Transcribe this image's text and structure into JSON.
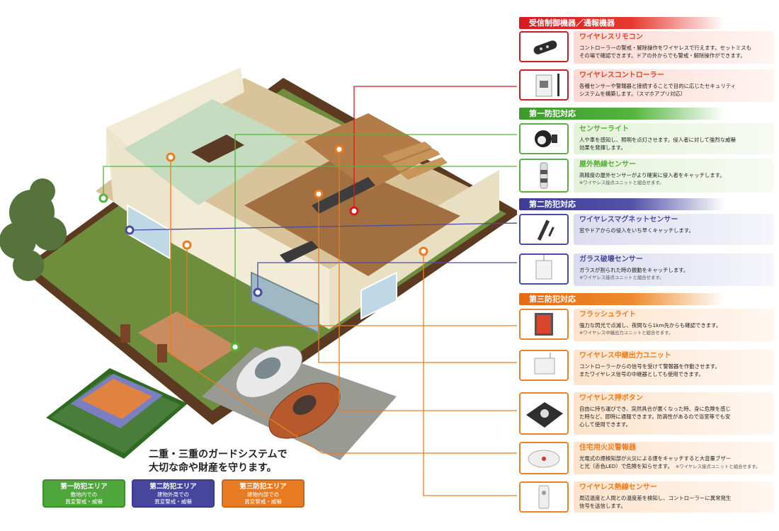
{
  "sections": {
    "receiver": "受信制御機器／通報機器",
    "first": "第一防犯対応",
    "second": "第二防犯対応",
    "third": "第三防犯対応"
  },
  "products": [
    {
      "title": "ワイヤレスリモコン",
      "desc1": "コントローラーの警戒・解除操作をワイヤレスで行えます。セットミスも",
      "desc2": "その場で確認できます。ドアの外からでも警戒・解除操作ができます。",
      "note": ""
    },
    {
      "title": "ワイヤレスコントローラー",
      "desc1": "各種センサーや警報器と接続することで目的に応じたセキュリティ",
      "desc2": "システムを構築します。（スマホアプリ対応）",
      "note": ""
    },
    {
      "title": "センサーライト",
      "desc1": "人や車を感知し、照明を点灯させます。侵入者に対して強烈な威嚇",
      "desc2": "効果を発揮します。",
      "note": ""
    },
    {
      "title": "屋外熱線センサー",
      "desc1": "高精度の屋外センサーがより確実に侵入者をキャッチします。",
      "desc2": "",
      "note": "※ワイヤレス接点ユニットと組合せます。"
    },
    {
      "title": "ワイヤレスマグネットセンサー",
      "desc1": "窓やドアからの侵入をいち早くキャッチします。",
      "desc2": "",
      "note": ""
    },
    {
      "title": "ガラス破壊センサー",
      "desc1": "ガラスが割られた時の振動をキャッチします。",
      "desc2": "",
      "note": "※ワイヤレス接点ユニットと組合せます。"
    },
    {
      "title": "フラッシュライト",
      "desc1": "強力な閃光で点滅し、夜間なら1km先からも確認できます。",
      "desc2": "",
      "note": "※ワイヤレス中継出力ユニットと組合せます。"
    },
    {
      "title": "ワイヤレス中継出力ユニット",
      "desc1": "コントローラーからの信号を受けて警報器を作動させます。",
      "desc2": "またワイヤレス信号の中継器としても使用できます。",
      "note": ""
    },
    {
      "title": "ワイヤレス押ボタン",
      "desc1": "自由に持ち運びでき、突然具合が悪くなった時、身に危険を感じ",
      "desc2": "た時など、即時に通報できます。防滴性があるので浴室等でも安",
      "desc3": "心して使用できます。",
      "note": ""
    },
    {
      "title": "住宅用火災警報器",
      "desc1": "光電式の煙検知部が火災による煙をキャッチすると大音量ブザー",
      "desc2": "と光（赤色LED）で危険を知らせます。",
      "note": "※ワイヤレス接点ユニットと組合せます。"
    },
    {
      "title": "ワイヤレス熱線センサー",
      "desc1": "周辺温度と人間との温度差を検知し、コントローラーに異常発生",
      "desc2": "信号を送信します。",
      "note": ""
    }
  ],
  "tagline": {
    "line1": "二重・三重のガードシステムで",
    "line2": "大切な命や財産を守ります。"
  },
  "areas": [
    {
      "name": "第一防犯エリア",
      "l1": "敷地内での",
      "l2": "異変警戒・威嚇",
      "color": "#4fa63a"
    },
    {
      "name": "第二防犯エリア",
      "l1": "建物外周での",
      "l2": "異変警戒・威嚇",
      "color": "#46469e"
    },
    {
      "name": "第三防犯エリア",
      "l1": "建物内部での",
      "l2": "異変警戒・威嚇",
      "color": "#e87a22"
    }
  ],
  "colors": {
    "red": "#d7191f",
    "green": "#55b43d",
    "purple": "#4b4ba0",
    "orange": "#ea7d20"
  }
}
